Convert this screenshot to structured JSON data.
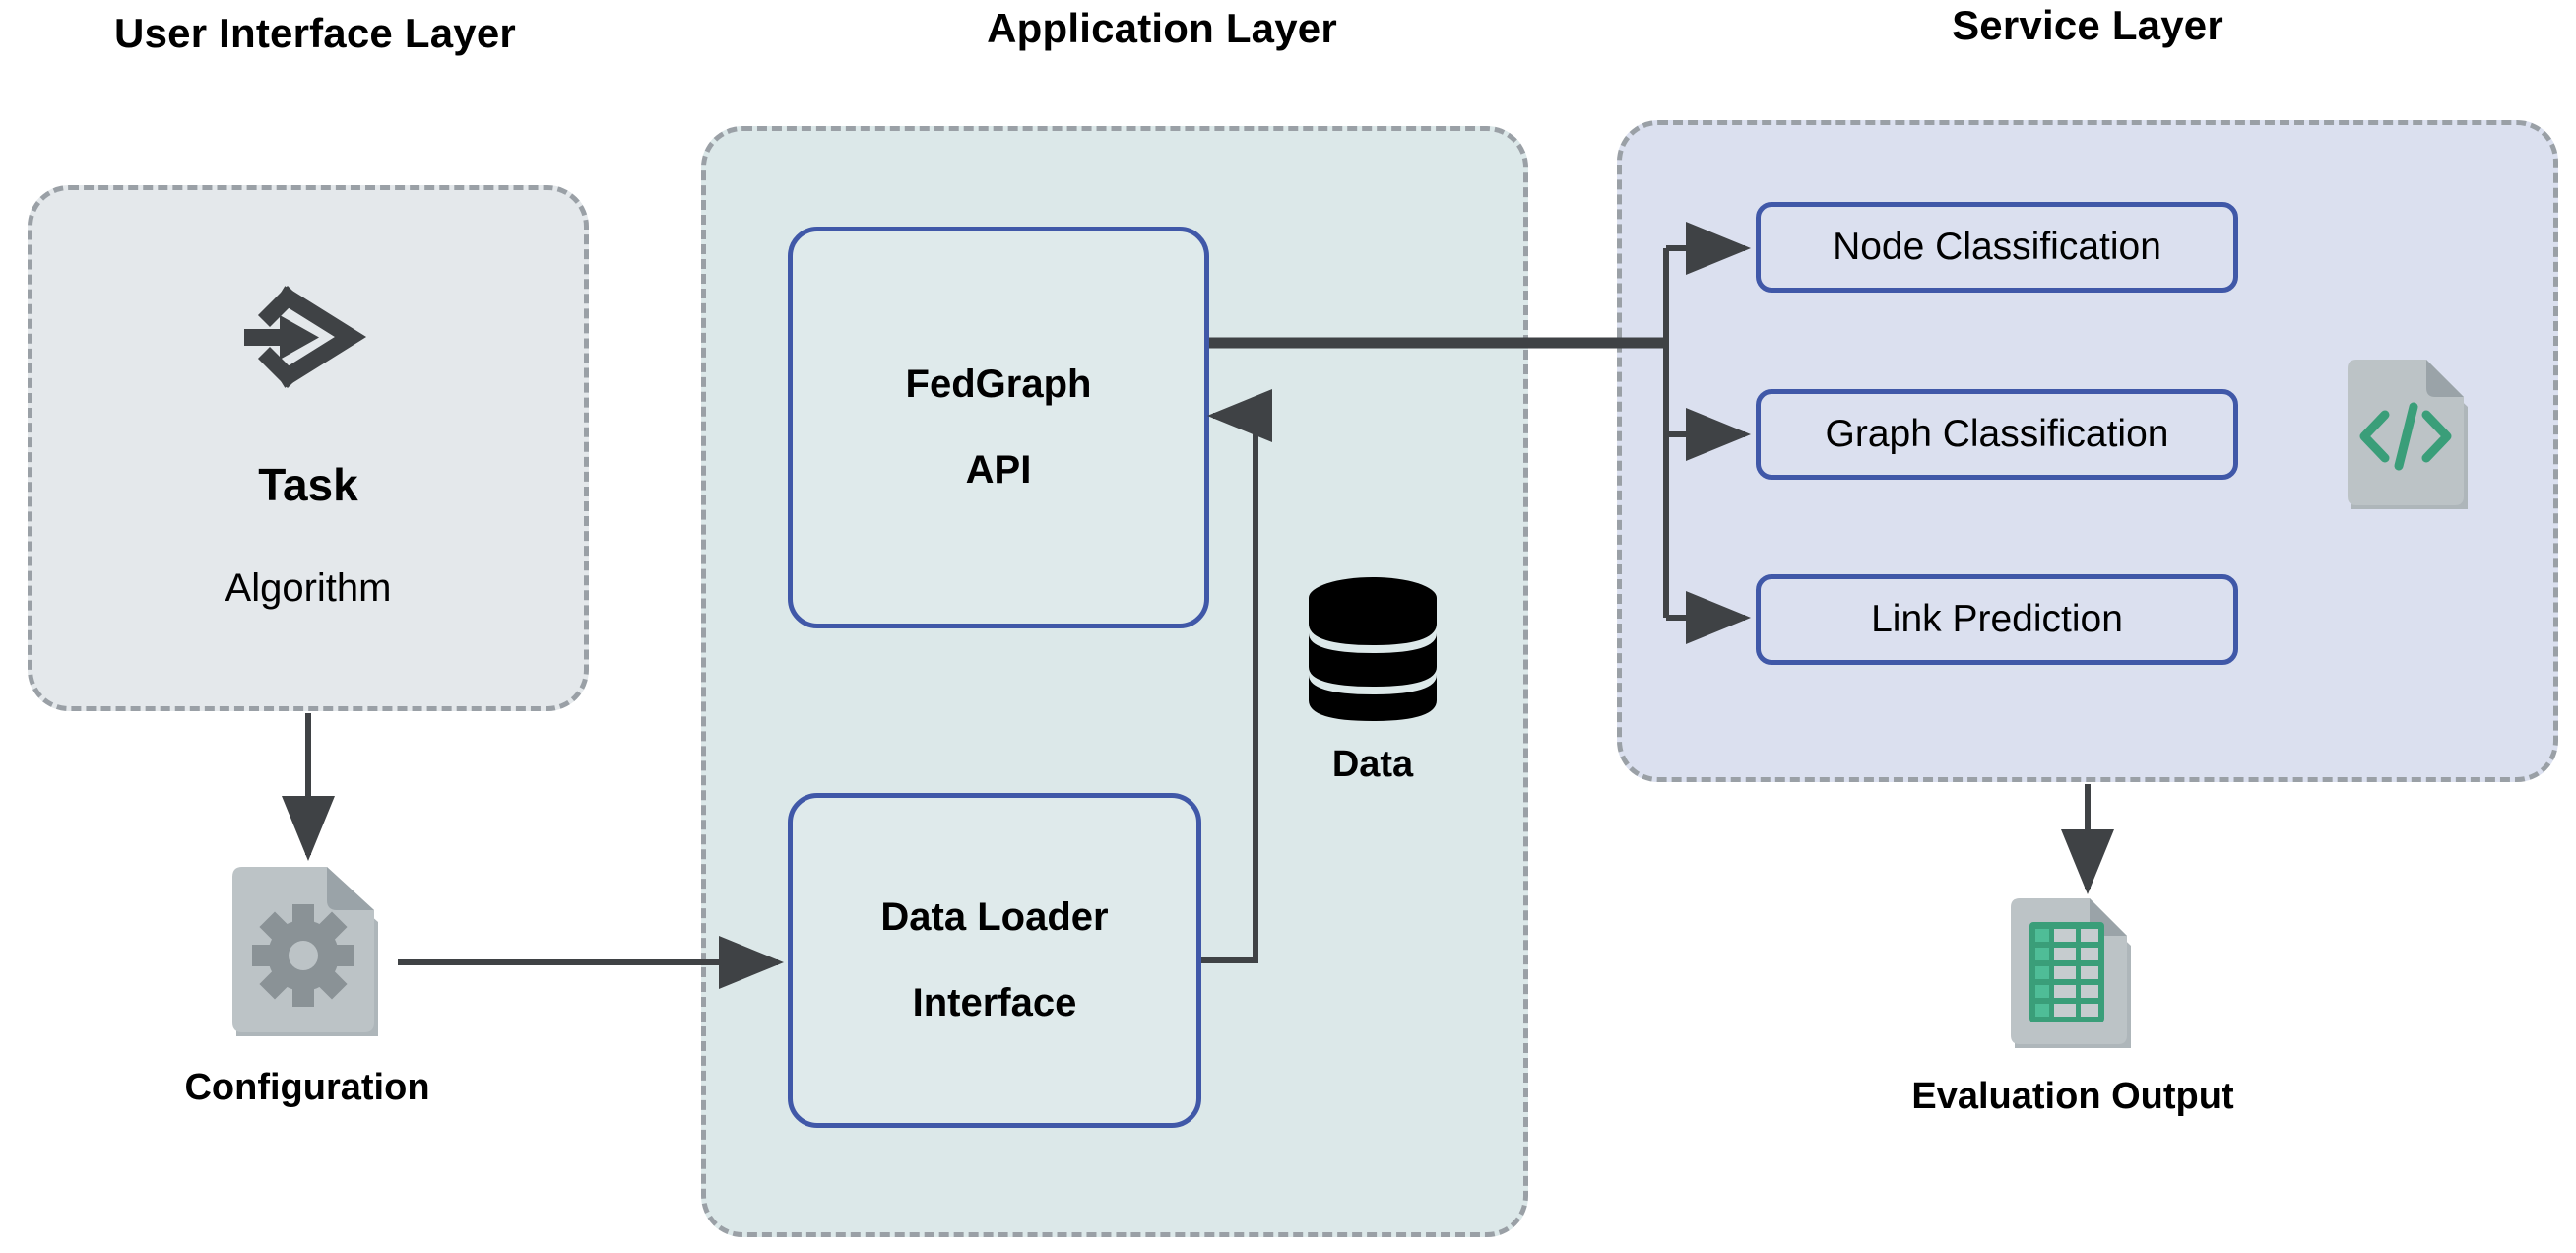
{
  "diagram": {
    "title_ui": "User Interface Layer",
    "title_app": "Application Layer",
    "title_svc": "Service Layer",
    "colors": {
      "ui_panel_fill": "#e4e8eb",
      "app_panel_fill": "#dce8e9",
      "svc_panel_fill": "#dbe0ef",
      "panel_border": "#9aa0a6",
      "box_border": "#4058a8",
      "arrow": "#3f4245",
      "icon_doc_gray": "#bcc3c6",
      "icon_gear_gray": "#8a9296",
      "icon_green": "#3a9e79",
      "icon_black": "#000000"
    }
  },
  "ui_layer": {
    "task_card": {
      "icon": "task-enter-arrow-icon",
      "title": "Task",
      "subtitle": "Algorithm"
    },
    "configuration": {
      "icon": "config-document-gear-icon",
      "label": "Configuration"
    }
  },
  "app_layer": {
    "fedgraph_api": {
      "line1": "FedGraph",
      "line2": "API"
    },
    "data_loader": {
      "line1": "Data Loader",
      "line2": "Interface"
    },
    "data_store": {
      "icon": "database-cylinder-icon",
      "label": "Data"
    }
  },
  "service_layer": {
    "tasks": [
      {
        "label": "Node Classification"
      },
      {
        "label": "Graph Classification"
      },
      {
        "label": "Link Prediction"
      }
    ],
    "code_icon": {
      "icon": "code-document-icon",
      "glyph": "</>"
    },
    "evaluation_output": {
      "icon": "spreadsheet-document-icon",
      "label": "Evaluation Output"
    }
  },
  "connections": [
    {
      "from": "task-card",
      "to": "configuration"
    },
    {
      "from": "configuration",
      "to": "data-loader-interface"
    },
    {
      "from": "data-loader-interface",
      "to": "fedgraph-api"
    },
    {
      "from": "fedgraph-api",
      "to": "node-classification"
    },
    {
      "from": "fedgraph-api",
      "to": "graph-classification"
    },
    {
      "from": "fedgraph-api",
      "to": "link-prediction"
    },
    {
      "from": "service-layer",
      "to": "evaluation-output"
    }
  ]
}
